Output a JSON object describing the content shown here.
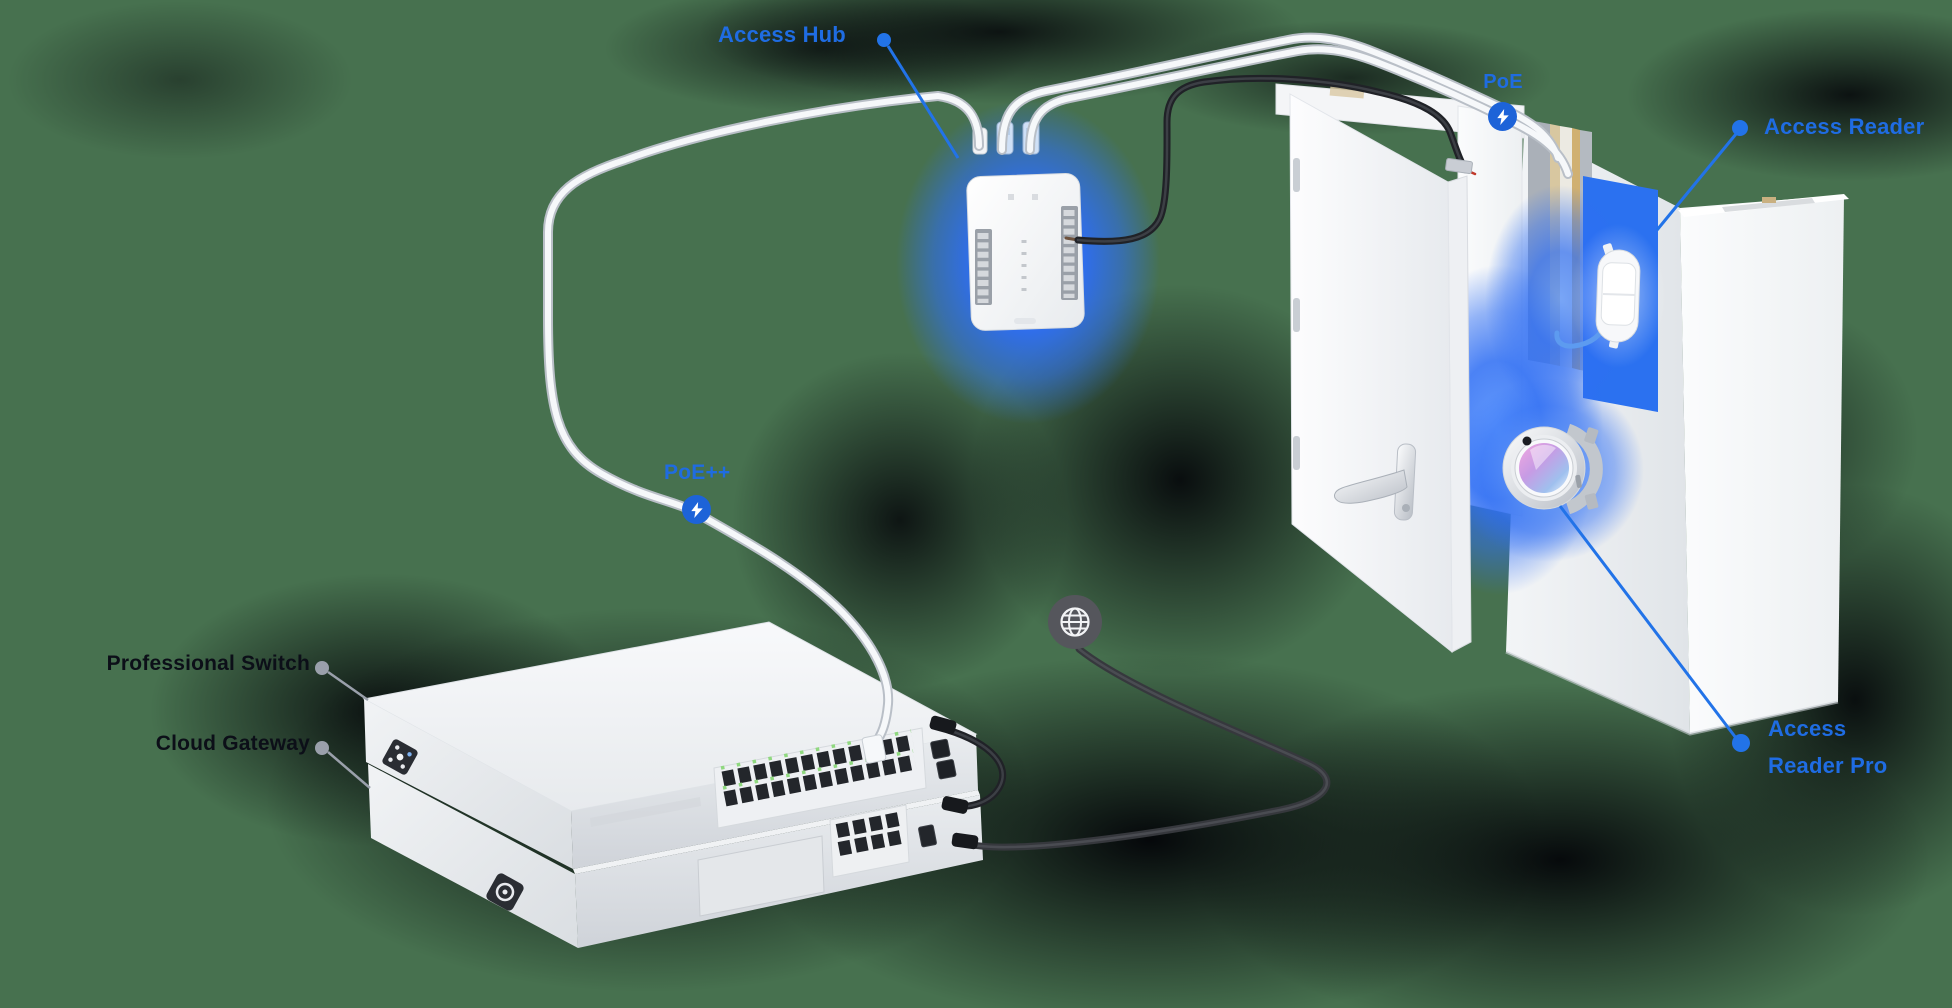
{
  "labels": {
    "access_hub": "Access Hub",
    "poe": "PoE",
    "access_reader": "Access Reader",
    "poe_plus_plus": "PoE++",
    "professional_switch": "Professional Switch",
    "cloud_gateway": "Cloud Gateway",
    "access_reader_pro": {
      "line1": "Access",
      "line2": "Reader Pro"
    }
  },
  "icons": {
    "poe_badge": "lightning-bolt",
    "internet": "globe"
  },
  "colors": {
    "background_green": "#47714f",
    "shadow_black": "#05060a",
    "label_blue": "#1f6ce2",
    "label_dark": "#0c0f18",
    "glow_blue": "#2e6ef4",
    "panel_blue": "#2b71f0",
    "badge_blue": "#1d63d8",
    "leader_gray": "#9aa0ab",
    "device_white": "#f4f6f8",
    "cable_dark": "#2e3035"
  }
}
